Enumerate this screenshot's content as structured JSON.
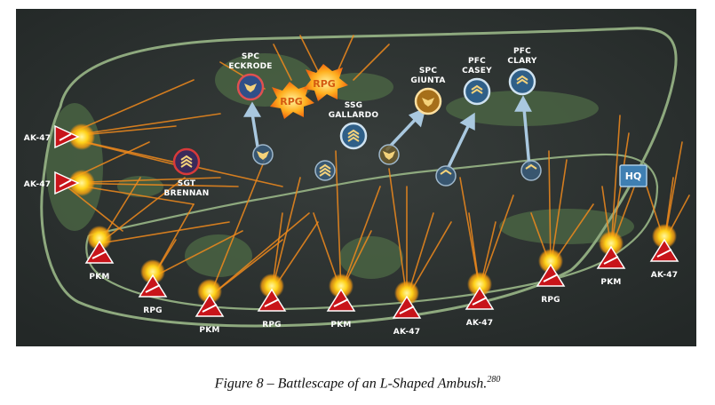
{
  "caption": {
    "text": "Figure 8 – Battlescape of an L-Shaped Ambush.",
    "ref": "280"
  },
  "hq_label": "HQ",
  "rpg_blast_text": "RPG",
  "friendly": [
    {
      "id": "spc-eckrode",
      "lines": [
        "SPC",
        "ECKRODE"
      ],
      "rank": "spc"
    },
    {
      "id": "ssg-gallardo",
      "lines": [
        "SSG",
        "GALLARDO"
      ],
      "rank": "ssg"
    },
    {
      "id": "spc-giunta",
      "lines": [
        "SPC",
        "GIUNTA"
      ],
      "rank": "spc"
    },
    {
      "id": "pfc-casey",
      "lines": [
        "PFC",
        "CASEY"
      ],
      "rank": "pfc"
    },
    {
      "id": "pfc-clary",
      "lines": [
        "PFC",
        "CLARY"
      ],
      "rank": "pfc"
    },
    {
      "id": "sgt-brennan",
      "lines": [
        "SGT",
        "BRENNAN"
      ],
      "rank": "sgt"
    }
  ],
  "enemy": [
    {
      "label": "AK-47"
    },
    {
      "label": "AK-47"
    },
    {
      "label": "PKM"
    },
    {
      "label": "RPG"
    },
    {
      "label": "PKM"
    },
    {
      "label": "RPG"
    },
    {
      "label": "PKM"
    },
    {
      "label": "AK-47"
    },
    {
      "label": "AK-47"
    },
    {
      "label": "RPG"
    },
    {
      "label": "PKM"
    },
    {
      "label": "AK-47"
    }
  ],
  "colors": {
    "background": "#2b302f",
    "terrain": "#4d6a45",
    "road": "#8ea97e",
    "enemy": "#c8141a",
    "friendly": "#2f5f88",
    "fire": "#f08a1c",
    "hq": "#3f7fb2"
  }
}
